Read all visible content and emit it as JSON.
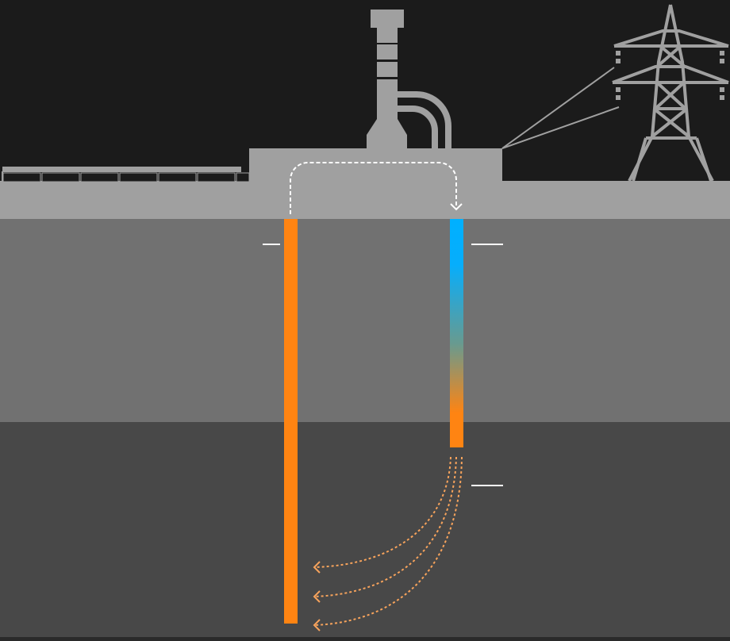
{
  "colors": {
    "sky": "#1b1b1b",
    "surface": "#a0a0a0",
    "upper_layer": "#717171",
    "lower_layer": "#484848",
    "hot_well": "#ff8412",
    "cold_well_top": "#00b0ff",
    "flow_arrow": "#ffffff",
    "reinjection_flow": "#f7a35c"
  },
  "icons": {
    "plant": "geothermal-power-plant",
    "solar": "solar-panel-array",
    "tower": "power-transmission-tower"
  }
}
